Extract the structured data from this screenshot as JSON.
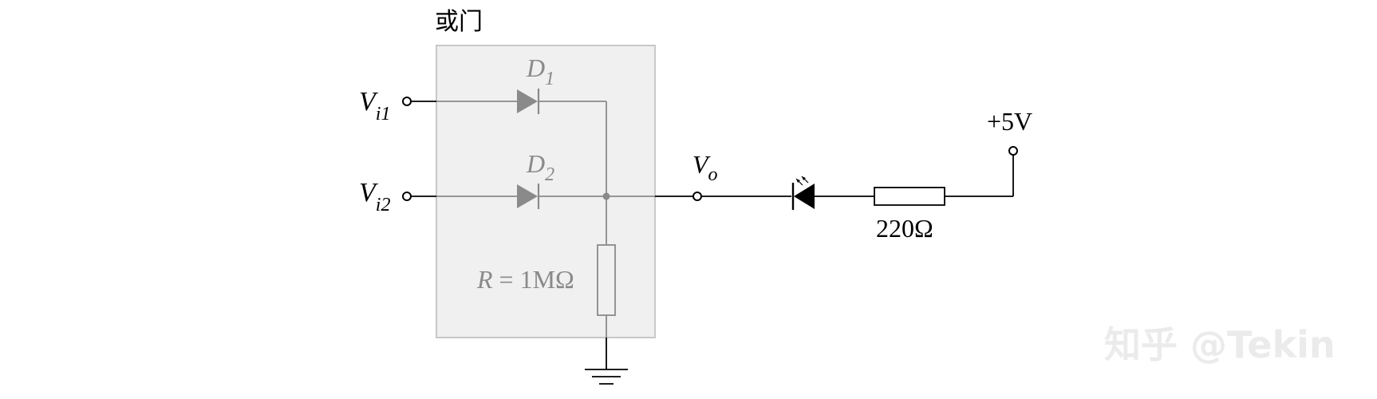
{
  "gate_title": "或门",
  "inputs": [
    {
      "main": "V",
      "sub": "i1"
    },
    {
      "main": "V",
      "sub": "i2"
    }
  ],
  "diodes": [
    {
      "main": "D",
      "sub": "1"
    },
    {
      "main": "D",
      "sub": "2"
    }
  ],
  "resistor_r": {
    "var": "R",
    "text": " = 1MΩ"
  },
  "output": {
    "main": "V",
    "sub": "o"
  },
  "series_resistor": "220Ω",
  "supply": "+5V",
  "watermark": "知乎 @Tekin",
  "colors": {
    "gate_fill": "#f0f0f0",
    "gate_border": "#c8c8c8",
    "gate_components": "#8a8a8a",
    "wire": "#000000"
  }
}
